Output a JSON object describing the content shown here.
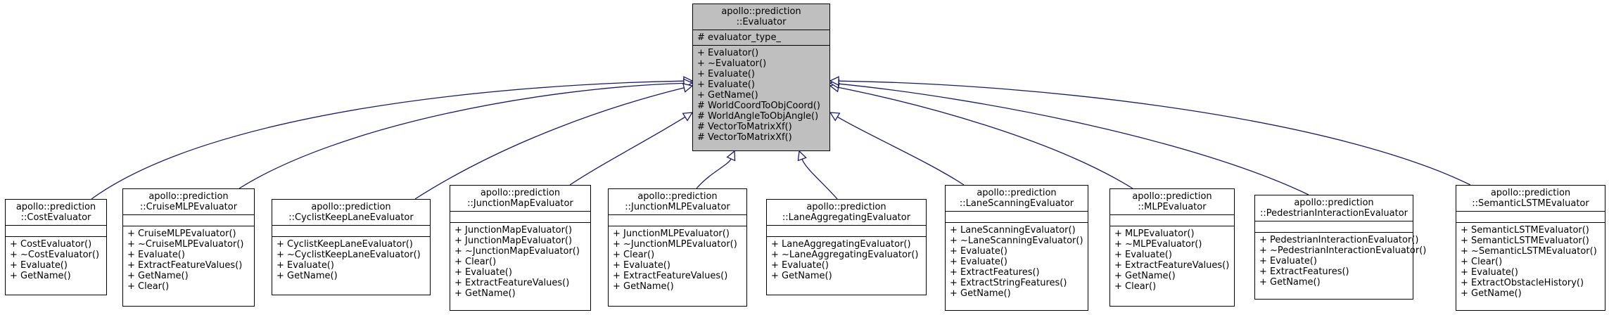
{
  "base": {
    "ns": "apollo::prediction",
    "name": "::Evaluator",
    "attributes": [
      "# evaluator_type_"
    ],
    "methods": [
      "+ Evaluator()",
      "+ ~Evaluator()",
      "+ Evaluate()",
      "+ Evaluate()",
      "+ GetName()",
      "# WorldCoordToObjCoord()",
      "# WorldAngleToObjAngle()",
      "# VectorToMatrixXf()",
      "# VectorToMatrixXf()"
    ]
  },
  "children": [
    {
      "ns": "apollo::prediction",
      "name": "::CostEvaluator",
      "methods": [
        "+ CostEvaluator()",
        "+ ~CostEvaluator()",
        "+ Evaluate()",
        "+ GetName()"
      ]
    },
    {
      "ns": "apollo::prediction",
      "name": "::CruiseMLPEvaluator",
      "methods": [
        "+ CruiseMLPEvaluator()",
        "+ ~CruiseMLPEvaluator()",
        "+ Evaluate()",
        "+ ExtractFeatureValues()",
        "+ GetName()",
        "+ Clear()"
      ]
    },
    {
      "ns": "apollo::prediction",
      "name": "::CyclistKeepLaneEvaluator",
      "methods": [
        "+ CyclistKeepLaneEvaluator()",
        "+ ~CyclistKeepLaneEvaluator()",
        "+ Evaluate()",
        "+ GetName()"
      ]
    },
    {
      "ns": "apollo::prediction",
      "name": "::JunctionMapEvaluator",
      "methods": [
        "+ JunctionMapEvaluator()",
        "+ JunctionMapEvaluator()",
        "+ ~JunctionMapEvaluator()",
        "+ Clear()",
        "+ Evaluate()",
        "+ ExtractFeatureValues()",
        "+ GetName()"
      ]
    },
    {
      "ns": "apollo::prediction",
      "name": "::JunctionMLPEvaluator",
      "methods": [
        "+ JunctionMLPEvaluator()",
        "+ ~JunctionMLPEvaluator()",
        "+ Clear()",
        "+ Evaluate()",
        "+ ExtractFeatureValues()",
        "+ GetName()"
      ]
    },
    {
      "ns": "apollo::prediction",
      "name": "::LaneAggregatingEvaluator",
      "methods": [
        "+ LaneAggregatingEvaluator()",
        "+ ~LaneAggregatingEvaluator()",
        "+ Evaluate()",
        "+ GetName()"
      ]
    },
    {
      "ns": "apollo::prediction",
      "name": "::LaneScanningEvaluator",
      "methods": [
        "+ LaneScanningEvaluator()",
        "+ ~LaneScanningEvaluator()",
        "+ Evaluate()",
        "+ Evaluate()",
        "+ ExtractFeatures()",
        "+ ExtractStringFeatures()",
        "+ GetName()"
      ]
    },
    {
      "ns": "apollo::prediction",
      "name": "::MLPEvaluator",
      "methods": [
        "+ MLPEvaluator()",
        "+ ~MLPEvaluator()",
        "+ Evaluate()",
        "+ ExtractFeatureValues()",
        "+ GetName()",
        "+ Clear()"
      ]
    },
    {
      "ns": "apollo::prediction",
      "name": "::PedestrianInteractionEvaluator",
      "methods": [
        "+ PedestrianInteractionEvaluator()",
        "+ ~PedestrianInteractionEvaluator()",
        "+ Evaluate()",
        "+ ExtractFeatures()",
        "+ GetName()"
      ]
    },
    {
      "ns": "apollo::prediction",
      "name": "::SemanticLSTMEvaluator",
      "methods": [
        "+ SemanticLSTMEvaluator()",
        "+ SemanticLSTMEvaluator()",
        "+ ~SemanticLSTMEvaluator()",
        "+ Clear()",
        "+ Evaluate()",
        "+ ExtractObstacleHistory()",
        "+ GetName()"
      ]
    }
  ],
  "colors": {
    "edge": "#191970",
    "base_fill": "#bfbfbf",
    "node_fill": "#ffffff",
    "border": "#000000"
  }
}
